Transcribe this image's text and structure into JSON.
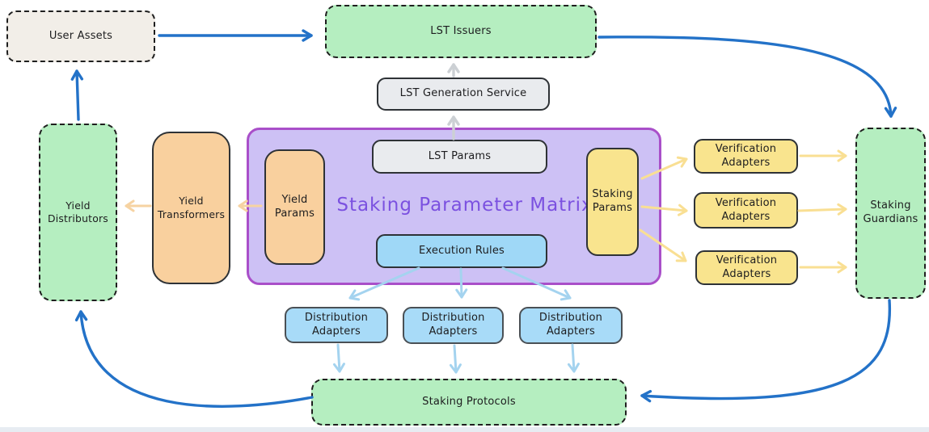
{
  "diagram": {
    "title": "Staking Parameter Matrix",
    "nodes": {
      "user_assets": "User Assets",
      "lst_issuers": "LST Issuers",
      "lst_generation_service": "LST Generation Service",
      "lst_params": "LST Params",
      "yield_params": "Yield Params",
      "execution_rules": "Execution Rules",
      "staking_params": "Staking Params",
      "yield_transformers": "Yield Transformers",
      "yield_distributors": "Yield Distributors",
      "staking_guardians": "Staking Guardians",
      "staking_protocols": "Staking Protocols",
      "verification_adapters": [
        "Verification Adapters",
        "Verification Adapters",
        "Verification Adapters"
      ],
      "distribution_adapters": [
        "Distribution Adapters",
        "Distribution Adapters",
        "Distribution Adapters"
      ]
    },
    "colors": {
      "green_fill": "#b5eec0",
      "beige_fill": "#f2eee8",
      "gray_fill": "#e9ebee",
      "purple_fill": "#cdc1f5",
      "purple_border": "#a94fc9",
      "orange_fill": "#f9d09e",
      "yellow_fill": "#f9e48e",
      "blue_fill": "#9fd8f7",
      "title_color": "#7b51e0",
      "arrow_blue": "#2372c8",
      "arrow_gray": "#ccd0d4",
      "arrow_orange": "#f6d3a2",
      "arrow_yellow": "#f9df93",
      "arrow_lightblue": "#a4d3ef"
    }
  }
}
